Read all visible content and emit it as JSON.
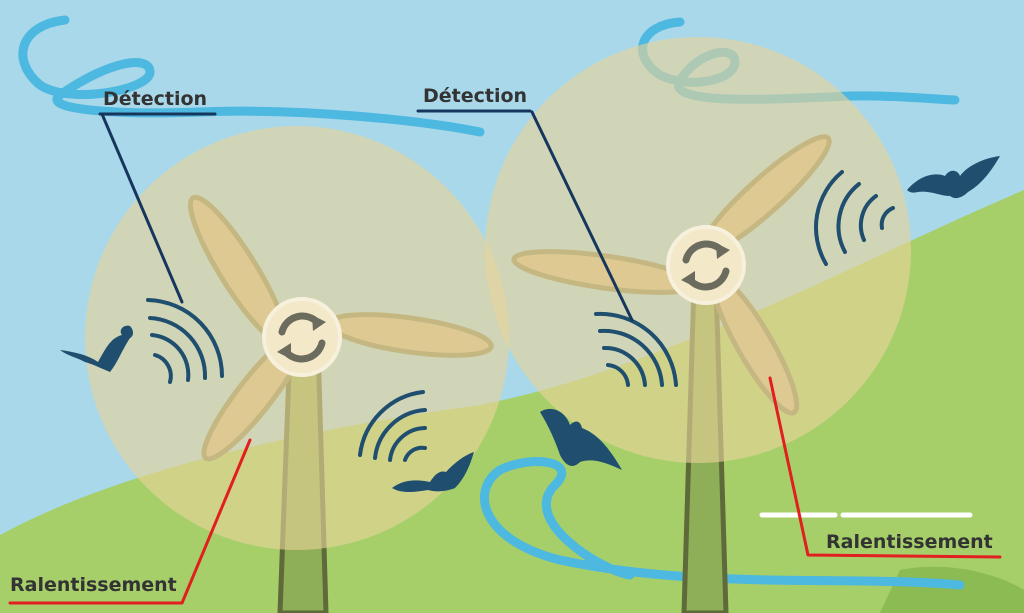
{
  "labels": {
    "detection_left": "Détection",
    "detection_right": "Détection",
    "slowdown_left": "Ralentissement",
    "slowdown_right": "Ralentissement"
  },
  "colors": {
    "sky": "#a8d8ea",
    "hill": "#a6cf6a",
    "hill_dark": "#8bbb52",
    "detection_zone": "#e8d49a",
    "blade": "#cdb98a",
    "blade_outline": "#8b8a5a",
    "bat": "#1f4e6e",
    "wind": "#4db8e0",
    "detection_line": "#17365d",
    "slowdown_line": "#e11f1f",
    "rotor_icon": "#6b6b5e"
  },
  "icons": [
    "bat-icon",
    "wind-swirl-icon",
    "rotation-arrows-icon",
    "sound-wave-icon"
  ]
}
